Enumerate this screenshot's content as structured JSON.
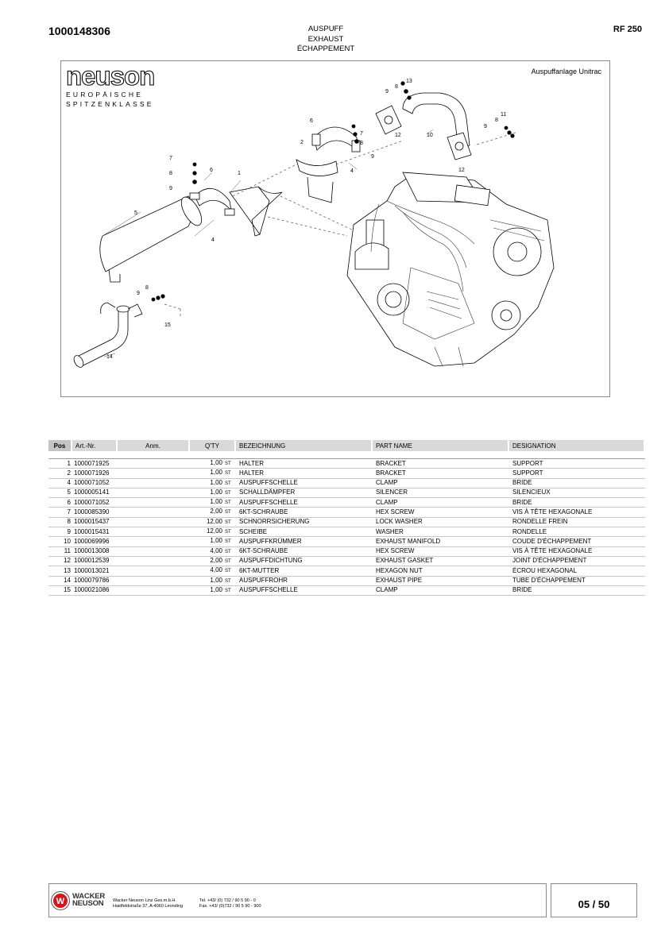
{
  "header": {
    "doc_number": "1000148306",
    "title_lines": [
      "AUSPUFF",
      "EXHAUST",
      "ÉCHAPPEMENT"
    ],
    "model": "RF 250"
  },
  "figure": {
    "brand_logo_text": "neuson",
    "brand_tagline": [
      "EUROPÄISCHE",
      "SPITZENKLASSE"
    ],
    "title": "Auspuffanlage Unitrac",
    "callouts": [
      "1",
      "2",
      "4",
      "4",
      "5",
      "6",
      "6",
      "7",
      "7",
      "8",
      "8",
      "8",
      "8",
      "9",
      "9",
      "9",
      "9",
      "10",
      "11",
      "12",
      "12",
      "13",
      "14",
      "15"
    ]
  },
  "table": {
    "columns": [
      "Pos",
      "Art.-Nr.",
      "Anm.",
      "Q'TY",
      "BEZEICHNUNG",
      "PART NAME",
      "DESIGNATION"
    ],
    "rows": [
      {
        "pos": "1",
        "art": "1000071925",
        "anm": "",
        "qty": "1,00",
        "unit": "ST",
        "bez": "HALTER",
        "part": "BRACKET",
        "des": "SUPPORT"
      },
      {
        "pos": "2",
        "art": "1000071926",
        "anm": "",
        "qty": "1,00",
        "unit": "ST",
        "bez": "HALTER",
        "part": "BRACKET",
        "des": "SUPPORT"
      },
      {
        "pos": "4",
        "art": "1000071052",
        "anm": "",
        "qty": "1,00",
        "unit": "ST",
        "bez": "AUSPUFFSCHELLE",
        "part": "CLAMP",
        "des": "BRIDE"
      },
      {
        "pos": "5",
        "art": "1000005141",
        "anm": "",
        "qty": "1,00",
        "unit": "ST",
        "bez": "SCHALLDÄMPFER",
        "part": "SILENCER",
        "des": "SILENCIEUX"
      },
      {
        "pos": "6",
        "art": "1000071052",
        "anm": "",
        "qty": "1,00",
        "unit": "ST",
        "bez": "AUSPUFFSCHELLE",
        "part": "CLAMP",
        "des": "BRIDE"
      },
      {
        "pos": "7",
        "art": "1000085390",
        "anm": "",
        "qty": "2,00",
        "unit": "ST",
        "bez": "6KT-SCHRAUBE",
        "part": "HEX SCREW",
        "des": "VIS À TÊTE HEXAGONALE"
      },
      {
        "pos": "8",
        "art": "1000015437",
        "anm": "",
        "qty": "12,00",
        "unit": "ST",
        "bez": "SCHNORRSICHERUNG",
        "part": "LOCK WASHER",
        "des": "RONDELLE FREIN"
      },
      {
        "pos": "9",
        "art": "1000015431",
        "anm": "",
        "qty": "12,00",
        "unit": "ST",
        "bez": "SCHEIBE",
        "part": "WASHER",
        "des": "RONDELLE"
      },
      {
        "pos": "10",
        "art": "1000069996",
        "anm": "",
        "qty": "1,00",
        "unit": "ST",
        "bez": "AUSPUFFKRÜMMER",
        "part": "EXHAUST MANIFOLD",
        "des": "COUDE D'ÉCHAPPEMENT"
      },
      {
        "pos": "11",
        "art": "1000013008",
        "anm": "",
        "qty": "4,00",
        "unit": "ST",
        "bez": "6KT-SCHRAUBE",
        "part": "HEX SCREW",
        "des": "VIS À TÊTE HEXAGONALE"
      },
      {
        "pos": "12",
        "art": "1000012539",
        "anm": "",
        "qty": "2,00",
        "unit": "ST",
        "bez": "AUSPUFFDICHTUNG",
        "part": "EXHAUST GASKET",
        "des": "JOINT D'ÉCHAPPEMENT"
      },
      {
        "pos": "13",
        "art": "1000013021",
        "anm": "",
        "qty": "4,00",
        "unit": "ST",
        "bez": "6KT-MUTTER",
        "part": "HEXAGON NUT",
        "des": "ÉCROU HEXAGONAL"
      },
      {
        "pos": "14",
        "art": "1000079786",
        "anm": "",
        "qty": "1,00",
        "unit": "ST",
        "bez": "AUSPUFFROHR",
        "part": "EXHAUST PIPE",
        "des": "TUBE D'ÉCHAPPEMENT"
      },
      {
        "pos": "15",
        "art": "1000021086",
        "anm": "",
        "qty": "1,00",
        "unit": "ST",
        "bez": "AUSPUFFSCHELLE",
        "part": "CLAMP",
        "des": "BRIDE"
      }
    ]
  },
  "footer": {
    "logo_lines": [
      "WACKER",
      "NEUSON"
    ],
    "company": "Wacker Neuson Linz Ges.m.b.H.",
    "address": "Haidfeldstraße 37, A-4060 Leonding",
    "tel": "Tel. +43/ (0) 732 / 90 5 90 - 0",
    "fax": "Fax. +43/ (0)732 / 90 5 90 - 900",
    "page": "05 / 50"
  }
}
